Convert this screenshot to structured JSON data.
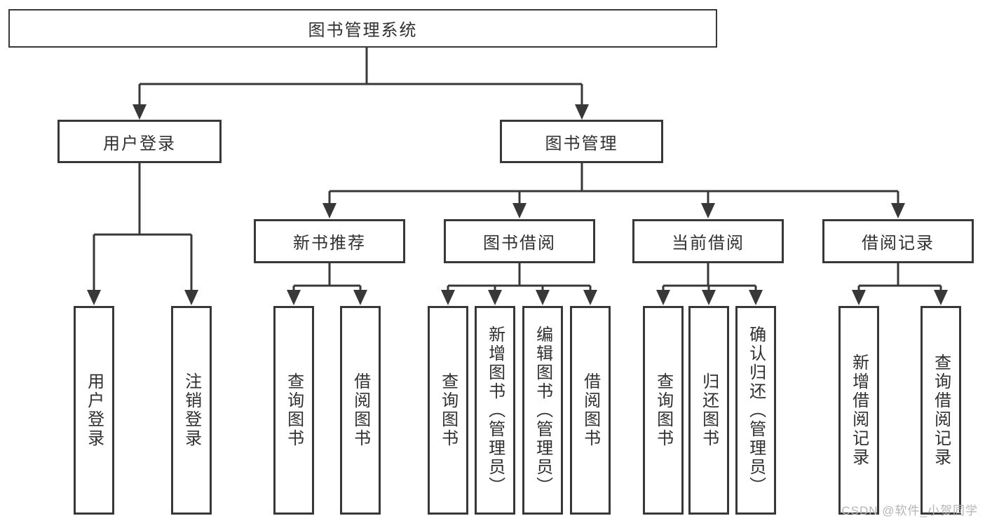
{
  "diagram": {
    "root": "图书管理系统",
    "level1": [
      {
        "label": "用户登录",
        "children": [
          "用户登录",
          "注销登录"
        ]
      },
      {
        "label": "图书管理",
        "children": [
          {
            "label": "新书推荐",
            "children": [
              "查询图书",
              "借阅图书"
            ]
          },
          {
            "label": "图书借阅",
            "children": [
              "查询图书",
              "新增图书（管理员）",
              "编辑图书（管理员）",
              "借阅图书"
            ]
          },
          {
            "label": "当前借阅",
            "children": [
              "查询图书",
              "归还图书",
              "确认归还（管理员）"
            ]
          },
          {
            "label": "借阅记录",
            "children": [
              "新增借阅记录",
              "查询借阅记录"
            ]
          }
        ]
      }
    ],
    "watermark": "CSDN @软件_小贺同学",
    "colors": {
      "line": "#383838",
      "box_border": "#383838",
      "text": "#303030",
      "background": "#ffffff",
      "watermark": "#b5b5b5"
    }
  }
}
